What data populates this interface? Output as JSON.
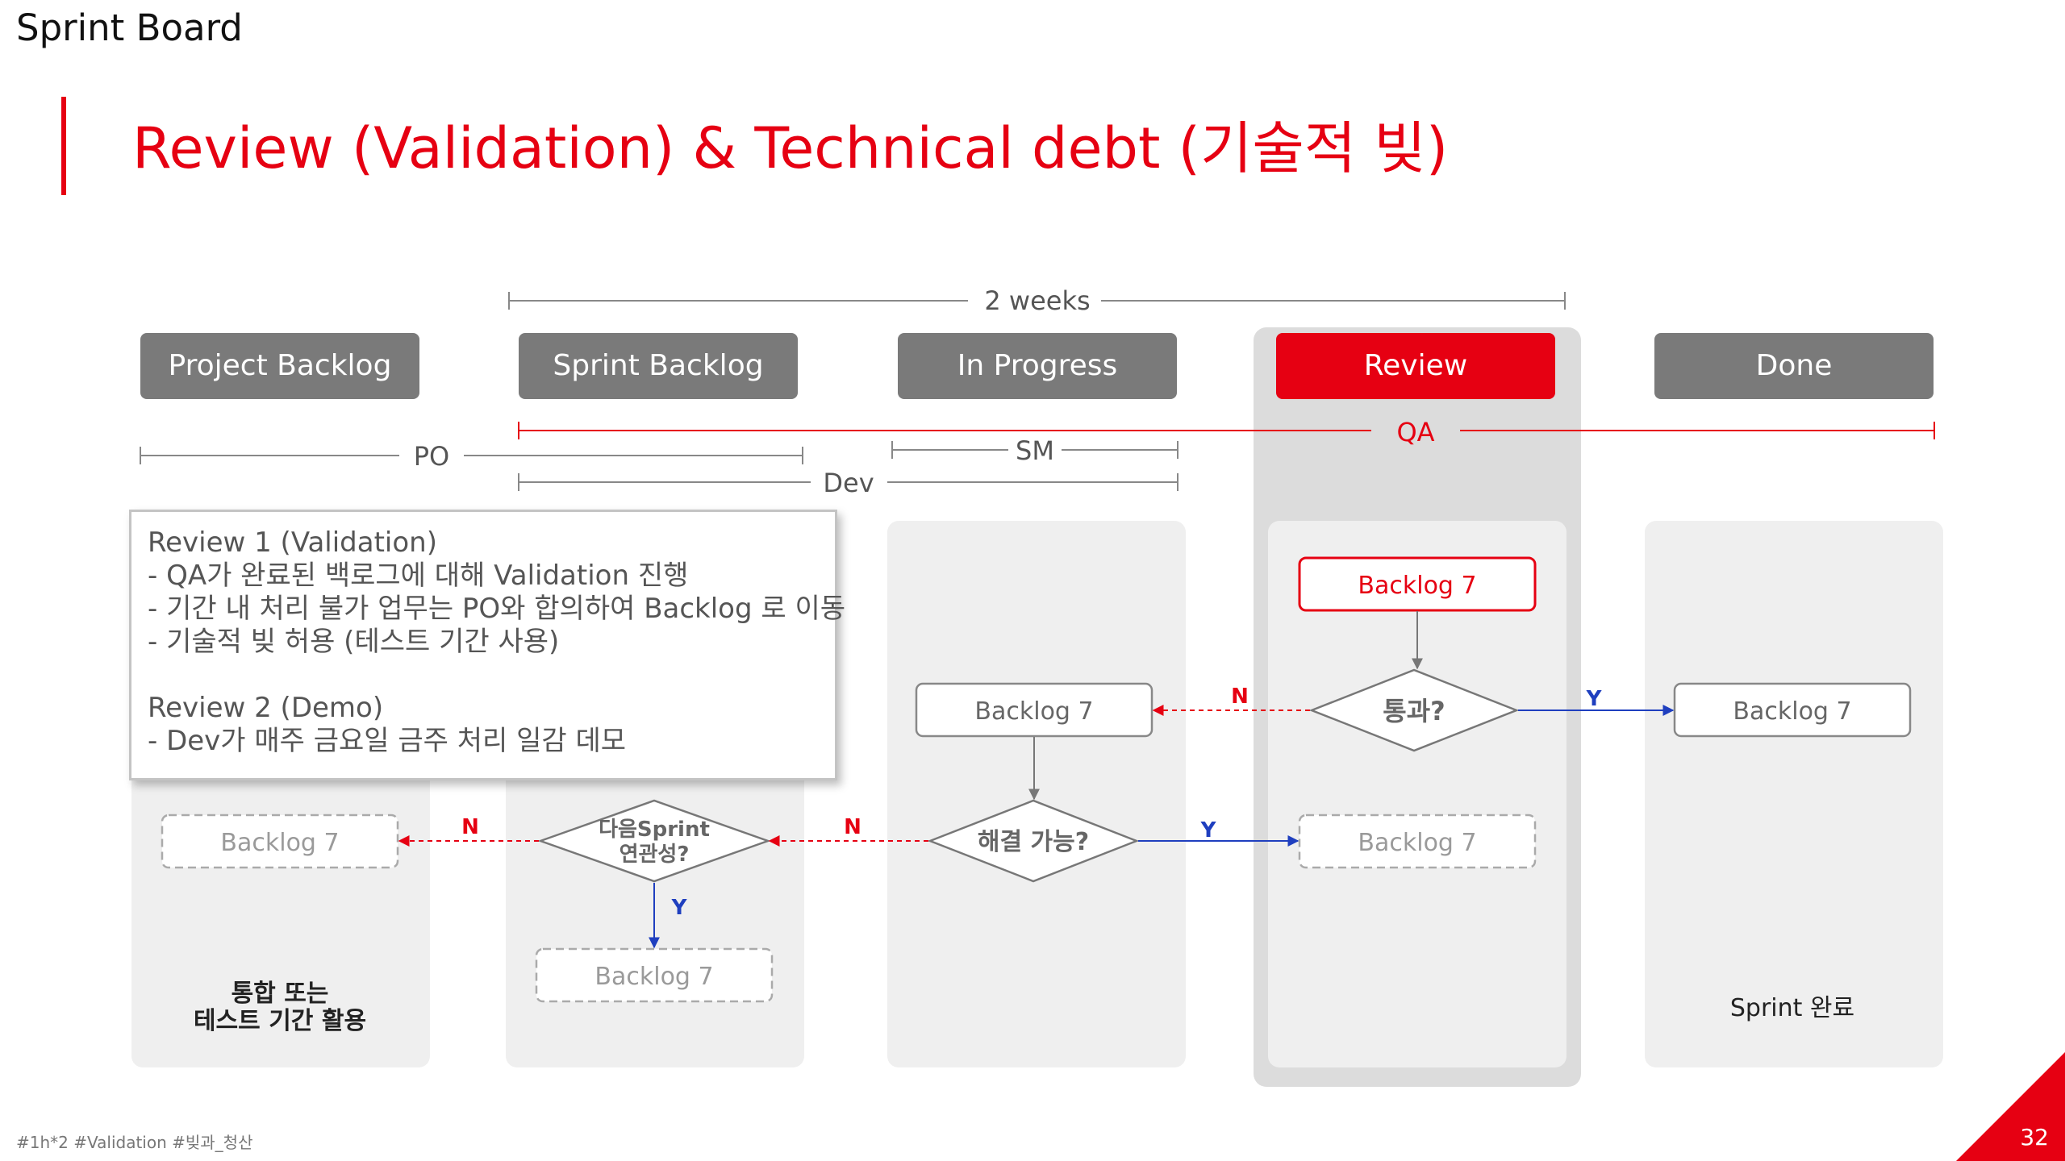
{
  "page_label": "Sprint Board",
  "title": "Review (Validation) & Technical debt (기술적 빚)",
  "columns": [
    "Project Backlog",
    "Sprint Backlog",
    "In Progress",
    "Review",
    "Done"
  ],
  "spans": {
    "weeks": "2 weeks",
    "po": "PO",
    "qa": "QA",
    "sm": "SM",
    "dev": "Dev"
  },
  "cards": {
    "review_top": "Backlog 7",
    "in_progress": "Backlog 7",
    "done": "Backlog 7",
    "review_dashed": "Backlog 7",
    "project_dashed": "Backlog 7",
    "sprint_dashed": "Backlog 7"
  },
  "decisions": {
    "pass": "통과?",
    "solvable": "해결 가능?",
    "next_sprint_line1": "다음Sprint",
    "next_sprint_line2": "연관성?"
  },
  "branch_labels": {
    "no": "N",
    "yes": "Y"
  },
  "notes": {
    "project_line1": "통합 또는",
    "project_line2": "테스트 기간 활용",
    "done": "Sprint 완료"
  },
  "review_box": {
    "r1_title": "Review 1 (Validation)",
    "r1_line1": "- QA가 완료된 백로그에 대해 Validation 진행",
    "r1_line2": "- 기간 내 처리 불가 업무는 PO와 합의하여 Backlog 로 이동",
    "r1_line3": "- 기술적 빚 허용 (테스트 기간 사용)",
    "r2_title": "Review 2 (Demo)",
    "r2_line1": "- Dev가 매주 금요일 금주 처리 일감 데모"
  },
  "footer": {
    "tags": "#1h*2 #Validation #빚과_청산",
    "page_number": "32"
  },
  "colors": {
    "accent": "#e60012",
    "gray_header": "#7a7a7a",
    "blue_arrow": "#1f3fbf",
    "lane_bg": "#efefef"
  }
}
